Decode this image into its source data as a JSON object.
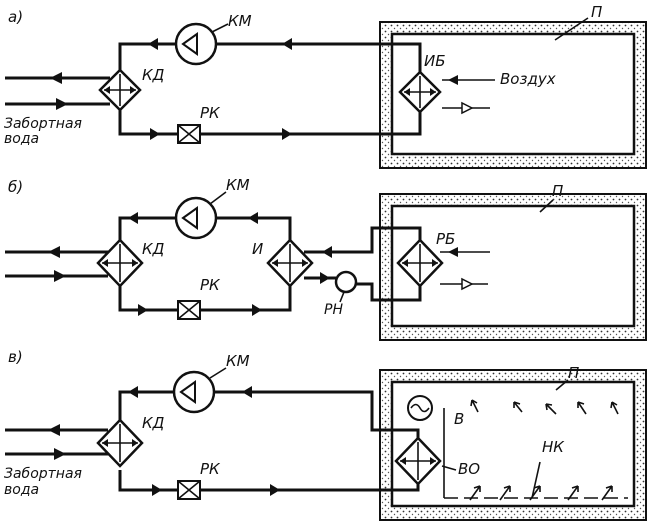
{
  "diagram_a": {
    "label": "а)",
    "km": "КМ",
    "kd": "КД",
    "rk": "РК",
    "ib": "ИБ",
    "p": "П",
    "air": "Воздух",
    "sea_water_1": "Забортная",
    "sea_water_2": "вода"
  },
  "diagram_b": {
    "label": "б)",
    "km": "КМ",
    "kd": "КД",
    "rk": "РК",
    "i": "И",
    "rn": "РН",
    "rb": "РБ",
    "p": "П"
  },
  "diagram_c": {
    "label": "в)",
    "km": "КМ",
    "kd": "КД",
    "rk": "РК",
    "v": "В",
    "vo": "ВО",
    "nk": "НК",
    "p": "П",
    "sea_water_1": "Забортная",
    "sea_water_2": "вода"
  }
}
